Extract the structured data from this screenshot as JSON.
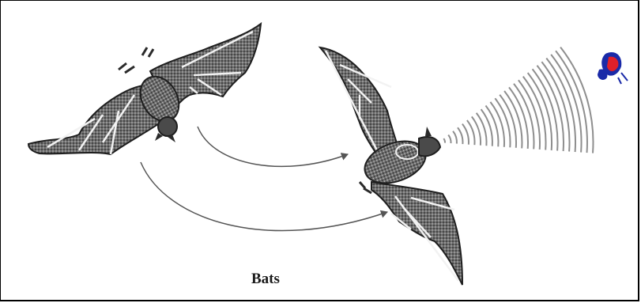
{
  "caption": "Bats",
  "colors": {
    "frame": "#000000",
    "bat_body": "#3a3a3a",
    "bat_membrane": "#8a8a8a",
    "arrow": "#555555",
    "sound_wave": "#8e8e8e",
    "insect_red": "#e0202a",
    "insect_blue": "#1a2aa8"
  },
  "elements": {
    "left_bat": "bat-icon",
    "right_bat": "bat-icon",
    "insect": "moth-icon",
    "sound_waves": "echolocation-waves",
    "arrows": "flight-path-arrows"
  }
}
